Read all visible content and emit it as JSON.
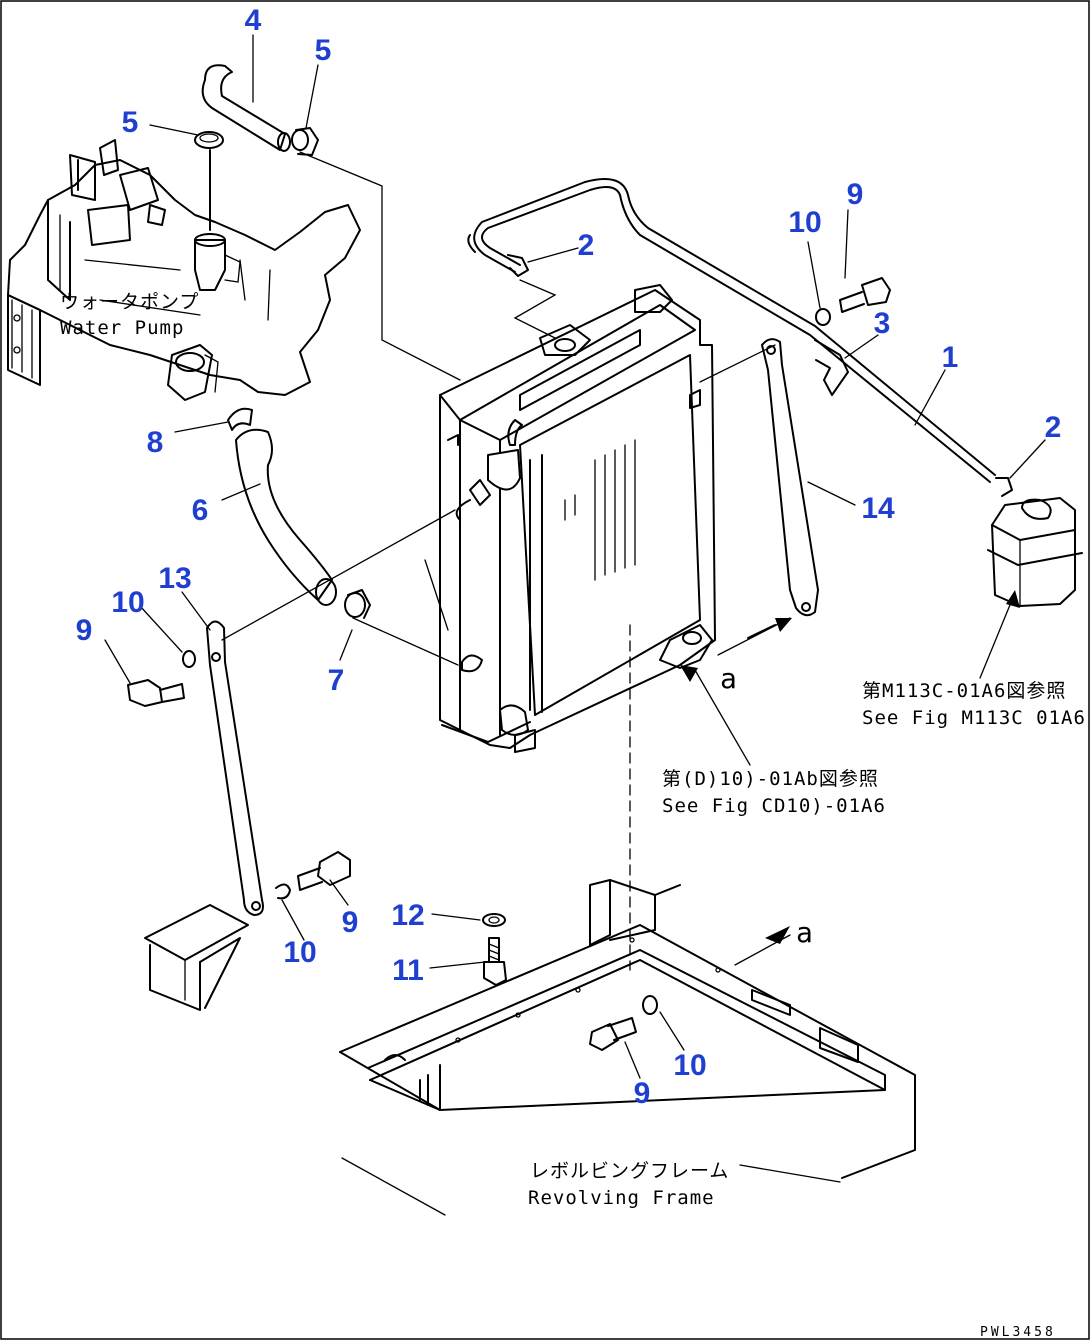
{
  "callouts": {
    "c1": "1",
    "c2a": "2",
    "c2b": "2",
    "c3": "3",
    "c4": "4",
    "c5a": "5",
    "c5b": "5",
    "c6": "6",
    "c7": "7",
    "c8": "8",
    "c9a": "9",
    "c9b": "9",
    "c9c": "9",
    "c9d": "9",
    "c10a": "10",
    "c10b": "10",
    "c10c": "10",
    "c10d": "10",
    "c11": "11",
    "c12": "12",
    "c13": "13",
    "c14": "14"
  },
  "notes": {
    "water_pump_jp": "ウォータポンプ",
    "water_pump_en": "Water Pump",
    "fig_m113_jp": "第M113C-01A6図参照",
    "fig_m113_en": "See Fig M113C 01A6",
    "fig_cd100_jp": "第(D)10)-01Ab図参照",
    "fig_cd100_en": "See Fig CD10)-01A6",
    "revolving_frame_jp": "レボルビングフレーム",
    "revolving_frame_en": "Revolving Frame",
    "view_a1": "a",
    "view_a2": "a",
    "drawing_ref": "PWL3458"
  },
  "colors": {
    "callout": "#1f3fd0",
    "line": "#000000",
    "background": "#ffffff"
  }
}
